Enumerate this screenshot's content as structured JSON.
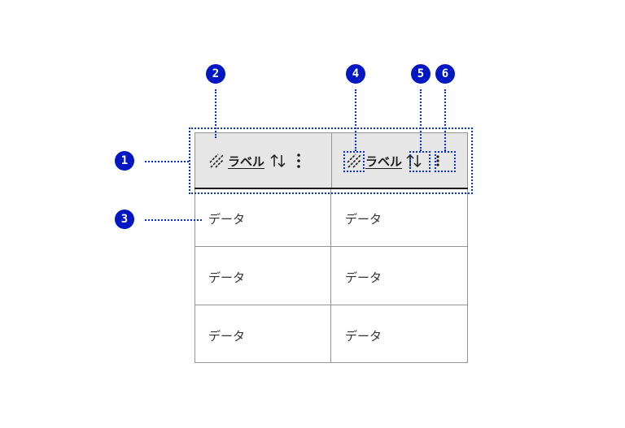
{
  "annotations": [
    {
      "number": "1",
      "target": "header-row"
    },
    {
      "number": "2",
      "target": "header-cell"
    },
    {
      "number": "3",
      "target": "data-cell"
    },
    {
      "number": "4",
      "target": "column-icon"
    },
    {
      "number": "5",
      "target": "sort-button"
    },
    {
      "number": "6",
      "target": "menu-button"
    }
  ],
  "table": {
    "columns": [
      {
        "label": "ラベル",
        "icon": "hatch-icon",
        "sort_icon": "sort-arrows-icon",
        "menu_icon": "kebab-menu-icon"
      },
      {
        "label": "ラベル",
        "icon": "hatch-icon",
        "sort_icon": "sort-arrows-icon",
        "menu_icon": "kebab-menu-icon"
      }
    ],
    "rows": [
      [
        "データ",
        "データ"
      ],
      [
        "データ",
        "データ"
      ],
      [
        "データ",
        "データ"
      ]
    ]
  },
  "colors": {
    "annotation": "#0017c1",
    "header_bg": "#e6e6e6",
    "border": "#949494"
  }
}
